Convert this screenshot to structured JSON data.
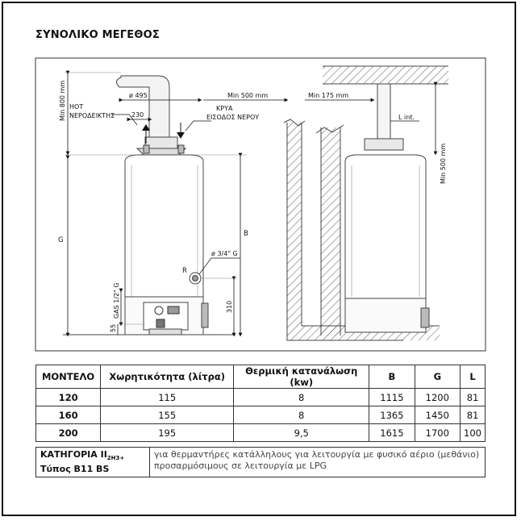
{
  "title": "ΣΥΝΟΛΙΚΟ ΜΕΓΕΘΟΣ",
  "diagram": {
    "labels": {
      "min800": "Min 800 mm",
      "phi495": "ø 495",
      "min500_top": "Min 500 mm",
      "hot_line1": "HOT",
      "hot_line2": "ΝΕΡΟΔΕΙΚΤΗΣ",
      "d230": "230",
      "cold_line1": "ΚΡΥΑ",
      "cold_line2": "ΕΙΣΟΔΟΣ ΝΕΡΟΥ",
      "G": "G",
      "B": "B",
      "R": "R",
      "phi34": "ø 3/4\" G",
      "gas": "GAS 1/2\" G",
      "d55": "55",
      "d310": "310",
      "min175": "Min 175 mm",
      "Lint": "L int.",
      "min500_side": "Min 500 mm"
    }
  },
  "table": {
    "headers": [
      "ΜΟΝΤΕΛΟ",
      "Χωρητικότητα (λίτρα)",
      "Θερμική κατανάλωση (kw)",
      "B",
      "G",
      "L"
    ],
    "rows": [
      [
        "120",
        "115",
        "8",
        "1115",
        "1200",
        "81"
      ],
      [
        "160",
        "155",
        "8",
        "1365",
        "1450",
        "81"
      ],
      [
        "200",
        "195",
        "9,5",
        "1615",
        "1700",
        "100"
      ]
    ]
  },
  "category": {
    "label_prefix": "ΚΑΤΗΓΟΡΙΑ II",
    "label_sub": "2H3+",
    "type_label": "Τύπος B11 BS",
    "line1": "για θερμαντήρες κατάλληλους για λειτουργία με φυσικό αέριο (μεθάνιο)",
    "line2": "προσαρμόσιμους σε λειτουργία με LPG"
  }
}
